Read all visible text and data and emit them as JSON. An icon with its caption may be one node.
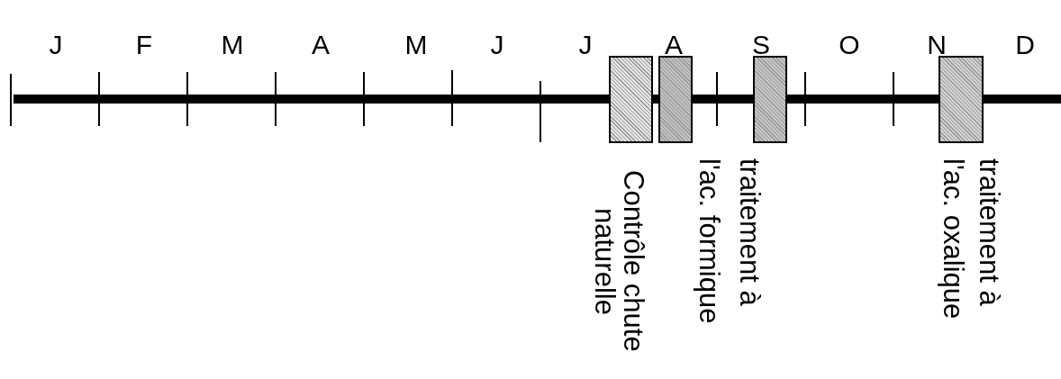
{
  "diagram": {
    "nodes": [
      {
        "text": [],
        "shape": "box"
      },
      {
        "text": [],
        "shape": "box"
      },
      {
        "text": [],
        "shape": "box"
      },
      {
        "text": [],
        "shape": "box"
      }
    ],
    "edges": [],
    "labels": [
      "J",
      "F",
      "M",
      "A",
      "M",
      "J",
      "J",
      "A",
      "S",
      "O",
      "N",
      "D",
      "Contrôle chute naturelle",
      "traitement à l'ac. formique",
      "traitement à l'ac. oxalique"
    ]
  }
}
